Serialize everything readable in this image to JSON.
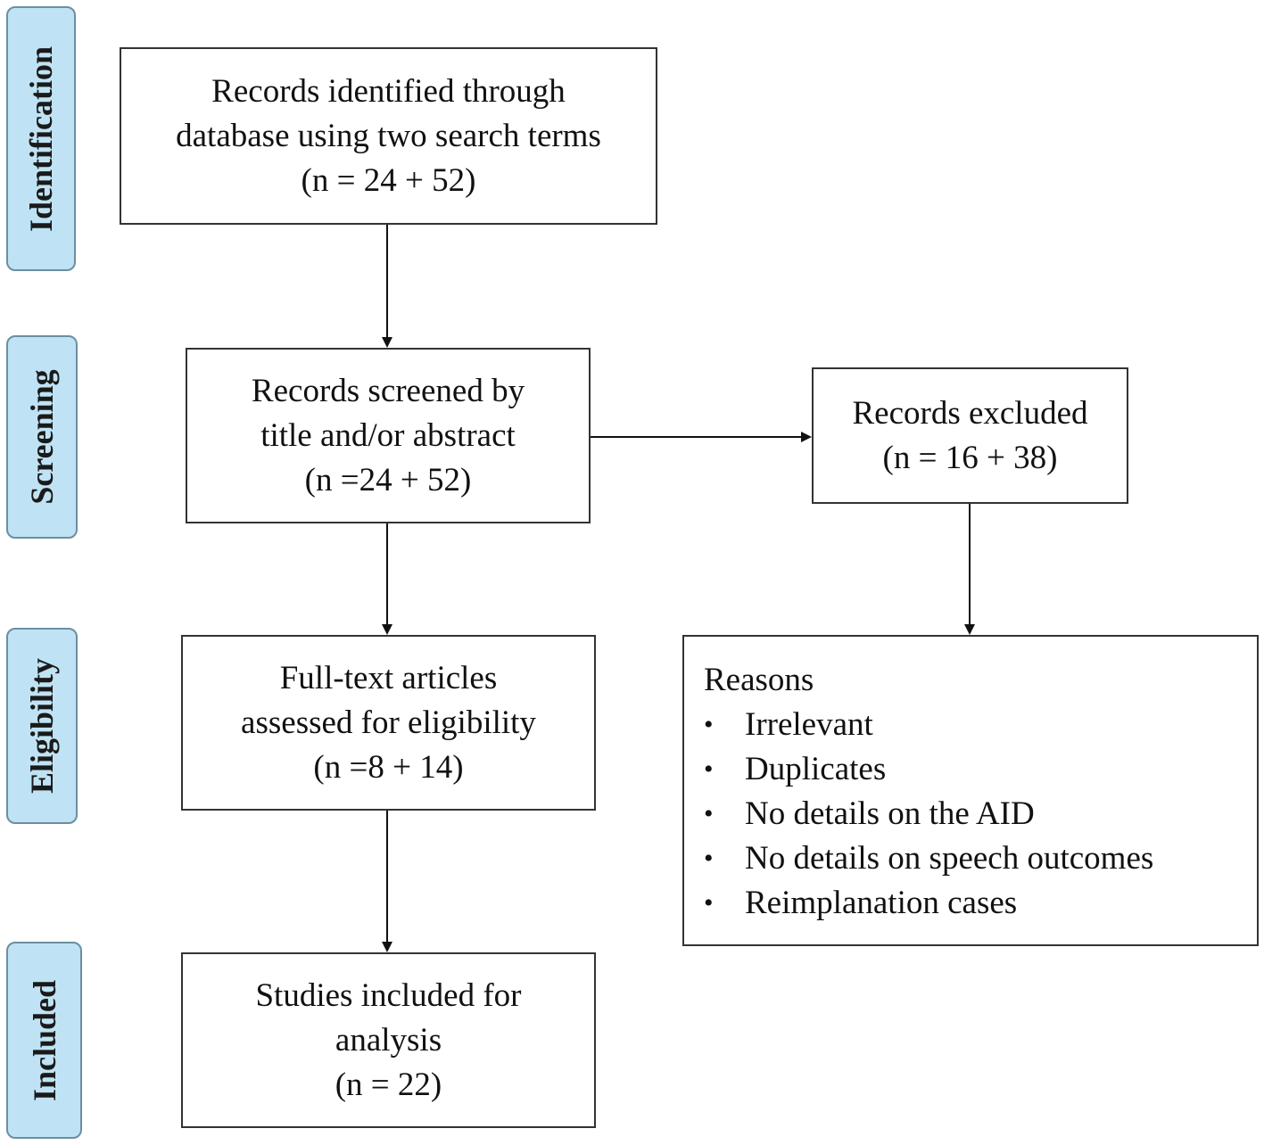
{
  "phases": {
    "identification": "Identification",
    "screening": "Screening",
    "eligibility": "Eligibility",
    "included": "Included"
  },
  "boxes": {
    "identified": {
      "line1": "Records identified through",
      "line2": "database using two search terms",
      "line3": "(n = 24 + 52)"
    },
    "screened": {
      "line1": "Records screened by",
      "line2": "title and/or abstract",
      "line3": "(n =24 + 52)"
    },
    "excluded": {
      "line1": "Records excluded",
      "line2": "(n = 16 + 38)"
    },
    "fulltext": {
      "line1": "Full-text articles",
      "line2": "assessed for eligibility",
      "line3": "(n =8 + 14)"
    },
    "included": {
      "line1": "Studies included for",
      "line2": "analysis",
      "line3": "(n = 22)"
    },
    "reasons": {
      "title": "Reasons",
      "items": [
        "Irrelevant",
        "Duplicates",
        "No details on the AID",
        "No details on speech outcomes",
        "Reimplanation cases"
      ]
    }
  },
  "colors": {
    "phase_fill": "#bfe3f4",
    "phase_border": "#6c8ea0",
    "box_border": "#333333",
    "arrow": "#111111"
  }
}
